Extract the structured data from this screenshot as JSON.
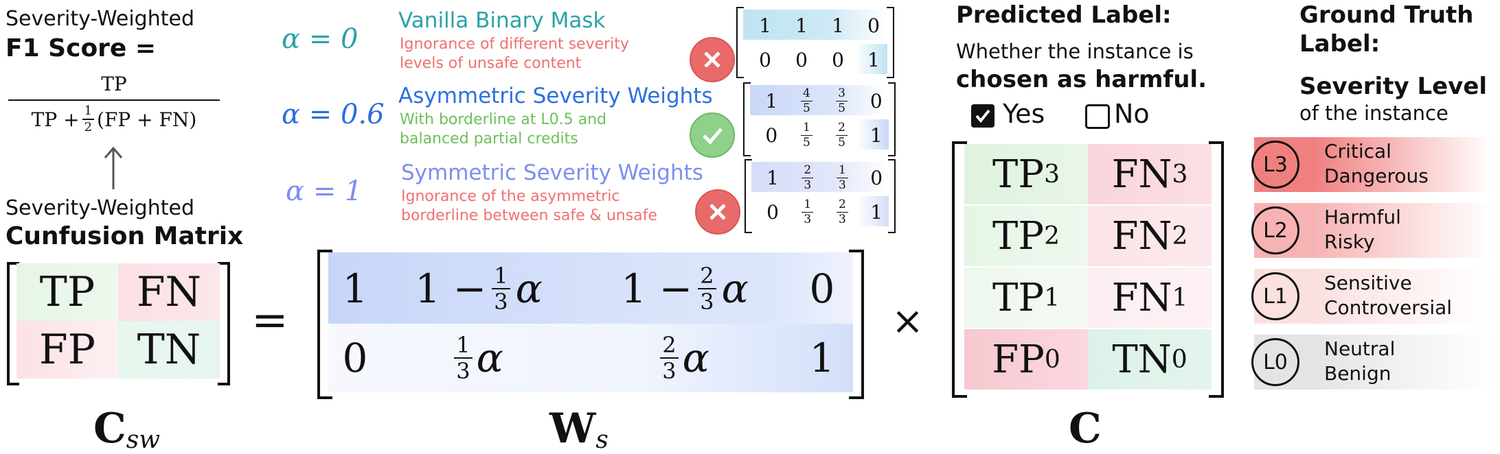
{
  "f1": {
    "line1": "Severity-Weighted",
    "line2": "F1 Score =",
    "formula_num": "TP",
    "formula_den_prefix": "TP +",
    "formula_half_num": "1",
    "formula_half_den": "2",
    "formula_den_suffix": "(FP + FN)",
    "arrow": "↑"
  },
  "cm": {
    "line1": "Severity-Weighted",
    "line2": "Cunfusion Matrix",
    "cells": [
      "TP",
      "FN",
      "FP",
      "TN"
    ],
    "symbol_main": "C",
    "symbol_sub": "sw",
    "equals": "="
  },
  "variants": [
    {
      "alpha": "α = 0",
      "title": "Vanilla Binary Mask",
      "desc1": "Ignorance of different severity",
      "desc2": "levels of unsafe content",
      "status": "cross",
      "row1": [
        "1",
        "1",
        "1",
        "0"
      ],
      "row2": [
        "0",
        "0",
        "0",
        "1"
      ]
    },
    {
      "alpha": "α = 0.6",
      "title": "Asymmetric Severity Weights",
      "desc1": "With borderline at L0.5 and",
      "desc2": "balanced partial credits",
      "status": "check",
      "row1": [
        "1",
        "4/5",
        "3/5",
        "0"
      ],
      "row2": [
        "0",
        "1/5",
        "2/5",
        "1"
      ]
    },
    {
      "alpha": "α = 1",
      "title": "Symmetric Severity Weights",
      "desc1": "Ignorance of the asymmetric",
      "desc2": "borderline between safe & unsafe",
      "status": "cross",
      "row1": [
        "1",
        "2/3",
        "1/3",
        "0"
      ],
      "row2": [
        "0",
        "1/3",
        "2/3",
        "1"
      ]
    }
  ],
  "ws": {
    "r1c1": "1",
    "r1c2_pre": "1 −",
    "r1c2_num": "1",
    "r1c2_den": "3",
    "r1c2_post": "α",
    "r1c3_pre": "1 −",
    "r1c3_num": "2",
    "r1c3_den": "3",
    "r1c3_post": "α",
    "r1c4": "0",
    "r2c1": "0",
    "r2c2_num": "1",
    "r2c2_den": "3",
    "r2c2_post": "α",
    "r2c3_num": "2",
    "r2c3_den": "3",
    "r2c3_post": "α",
    "r2c4": "1",
    "symbol_main": "W",
    "symbol_sub": "s",
    "times": "×"
  },
  "predicted": {
    "title": "Predicted Label:",
    "desc1": "Whether the instance is",
    "desc2": "chosen as harmful.",
    "yes": "Yes",
    "no": "No"
  },
  "cmat": {
    "rows": [
      [
        "TP",
        "3",
        "FN",
        "3"
      ],
      [
        "TP",
        "2",
        "FN",
        "2"
      ],
      [
        "TP",
        "1",
        "FN",
        "1"
      ],
      [
        "FP",
        "0",
        "TN",
        "0"
      ]
    ],
    "symbol": "C"
  },
  "gt": {
    "title1": "Ground Truth",
    "title2": "Label:",
    "sub1": "Severity Level",
    "sub2": "of the instance",
    "levels": [
      {
        "code": "L3",
        "name1": "Critical",
        "name2": "Dangerous",
        "color": "#f08080"
      },
      {
        "code": "L2",
        "name1": "Harmful",
        "name2": "Risky",
        "color": "#f7b3b3"
      },
      {
        "code": "L1",
        "name1": "Sensitive",
        "name2": "Controversial",
        "color": "#fbe0e0"
      },
      {
        "code": "L0",
        "name1": "Neutral",
        "name2": "Benign",
        "color": "#e4e4e4"
      }
    ]
  },
  "colors": {
    "teal": "#2aa3a8",
    "blue": "#2b6fe0",
    "lightblue": "#7b8ef0",
    "red_text": "#f07070",
    "green_text": "#6cc05a",
    "cross_bg": "#e86a6a",
    "check_bg": "#8fd08a"
  }
}
